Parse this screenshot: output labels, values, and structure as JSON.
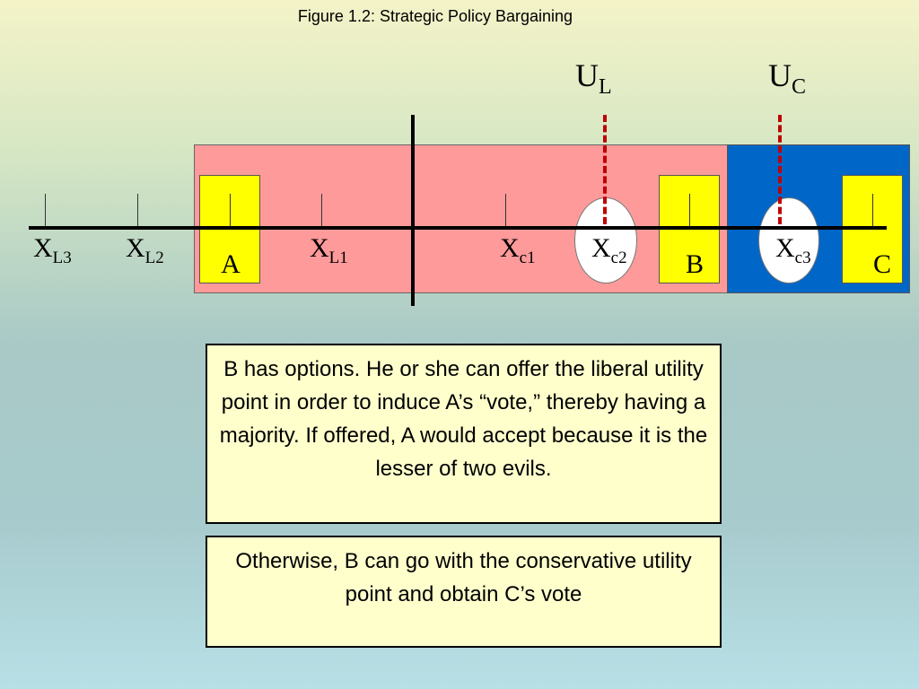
{
  "title": "Figure 1.2: Strategic Policy Bargaining",
  "utility_points": [
    {
      "base": "U",
      "sub": "L"
    },
    {
      "base": "U",
      "sub": "C"
    }
  ],
  "x_points": [
    {
      "base": "X",
      "sub": "L3"
    },
    {
      "base": "X",
      "sub": "L2"
    },
    {
      "base": "X",
      "sub": "L1"
    },
    {
      "base": "X",
      "sub": "c1"
    },
    {
      "base": "X",
      "sub": "c2"
    },
    {
      "base": "X",
      "sub": "c3"
    }
  ],
  "actors": [
    "A",
    "B",
    "C"
  ],
  "colors": {
    "liberal_region": "#ff9a9a",
    "conservative_region": "#0066c8",
    "actor_box": "#ffff00",
    "utility_dash": "#c00000",
    "text_box": "#ffffcc"
  },
  "text_boxes": [
    "B has options. He or she can offer the liberal utility point in order to induce A’s “vote,” thereby having a majority. If offered, A would accept because it is the lesser of two evils.",
    "Otherwise, B can go with the conservative utility point and obtain C’s vote"
  ]
}
